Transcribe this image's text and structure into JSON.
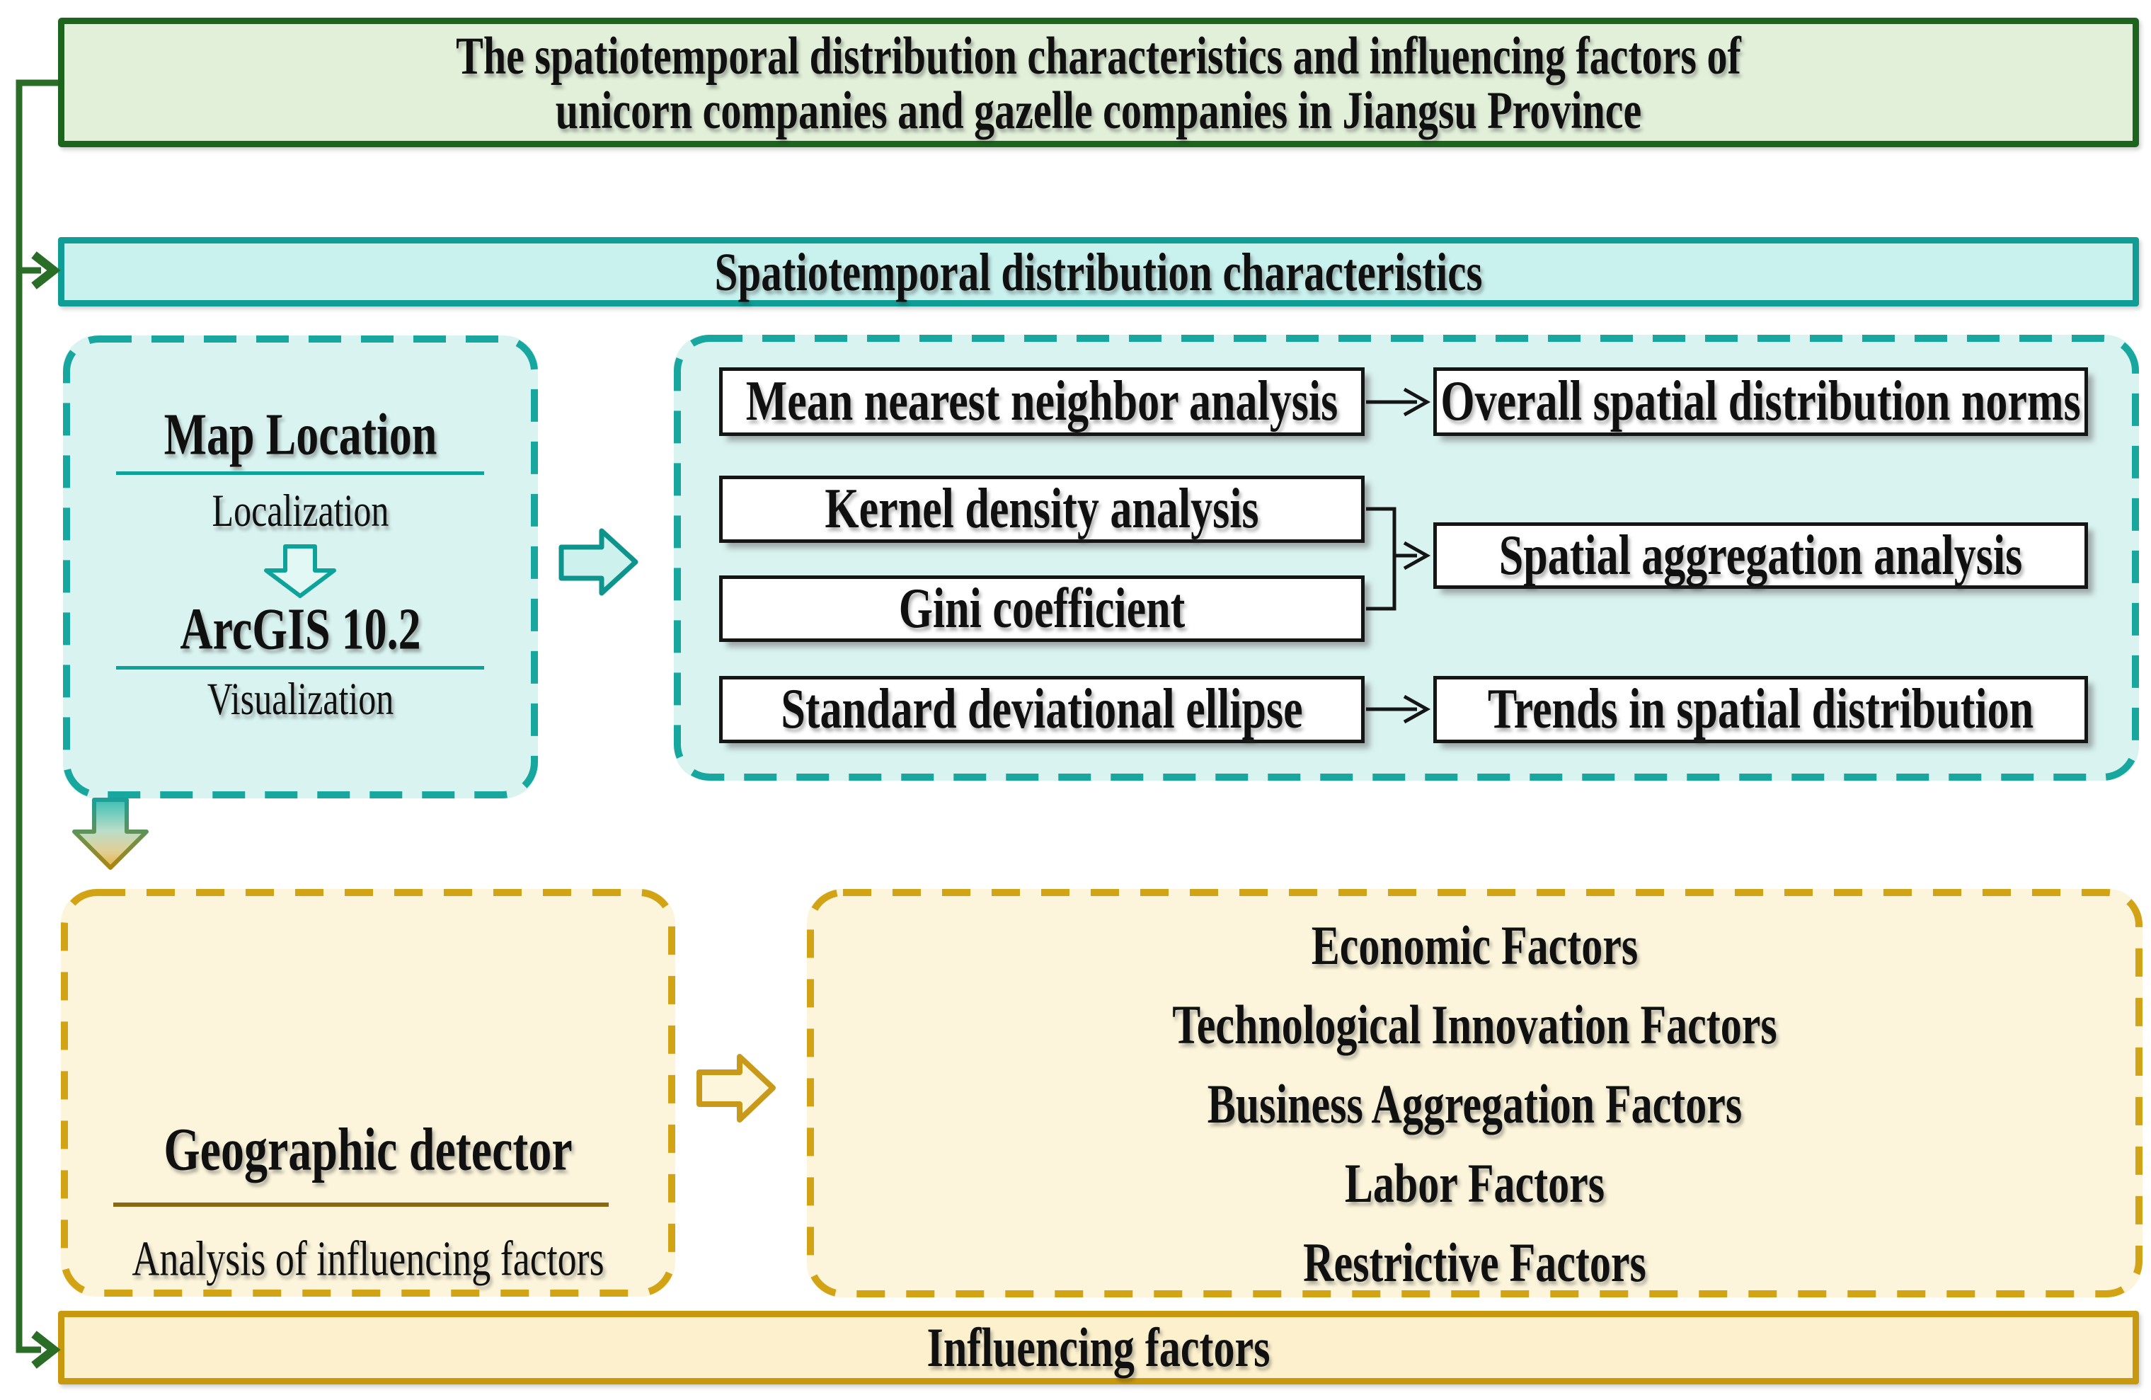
{
  "figure": {
    "title_line1": "The spatiotemporal distribution characteristics and influencing factors of",
    "title_line2": "unicorn companies and gazelle companies in Jiangsu Province"
  },
  "banners": {
    "top": "Spatiotemporal distribution characteristics",
    "bottom": "Influencing factors"
  },
  "map_panel": {
    "title1": "Map Location",
    "caption1": "Localization",
    "title2": "ArcGIS 10.2",
    "caption2": "Visualization"
  },
  "methods_panel": {
    "row1": {
      "method": "Mean nearest neighbor analysis",
      "outcome": "Overall spatial distribution norms"
    },
    "row2": {
      "method_a": "Kernel density analysis",
      "method_b": "Gini coefficient",
      "outcome": "Spatial aggregation analysis"
    },
    "row3": {
      "method": "Standard deviational ellipse",
      "outcome": "Trends in spatial distribution"
    }
  },
  "detector_panel": {
    "title": "Geographic detector",
    "caption": "Analysis of influencing factors"
  },
  "factors_panel": {
    "items": [
      "Economic Factors",
      "Technological Innovation Factors",
      "Business Aggregation Factors",
      "Labor Factors",
      "Restrictive Factors"
    ]
  },
  "colors": {
    "green_border": "#1d651d",
    "green_fill": "#e2f0da",
    "green_connector": "#2a6d26",
    "teal_border": "#0f9d96",
    "teal_banner_fill": "#c9f1ee",
    "teal_panel_fill": "#d9f3f0",
    "teal_dash": "#17a79f",
    "gold_dash": "#d2a315",
    "cream_fill": "#fcf5dc",
    "gold_border": "#c8990e",
    "gold_banner_fill": "#fcf0cd",
    "box_border": "#151515"
  }
}
